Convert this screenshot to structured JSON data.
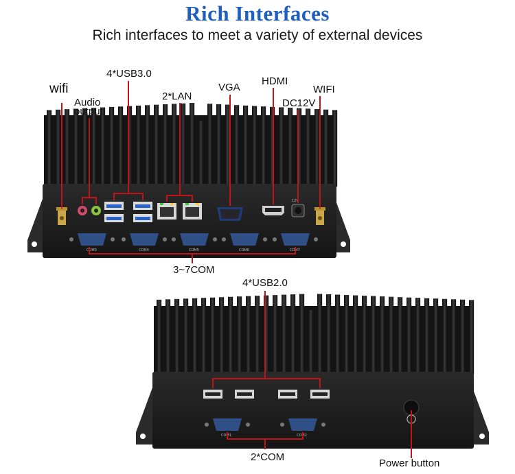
{
  "header": {
    "title": "Rich Interfaces",
    "subtitle": "Rich interfaces to meet a variety of external devices"
  },
  "top_device": {
    "labels": {
      "wifi_left": "wifi",
      "audio_line1": "Audio",
      "audio_line2": "output",
      "usb3": "4*USB3.0",
      "lan": "2*LAN",
      "vga": "VGA",
      "hdmi": "HDMI",
      "dc12v": "DC12V",
      "wifi_right": "WIFI",
      "com": "3~7COM"
    },
    "port_marks": {
      "com3": "COM3",
      "com4": "COM4",
      "com5": "COM5",
      "com6": "COM6",
      "com7": "COM7",
      "dc": "12V"
    }
  },
  "bottom_device": {
    "labels": {
      "usb2": "4*USB2.0",
      "com": "2*COM",
      "power": "Power button"
    },
    "port_marks": {
      "com1": "COM1",
      "com2": "COM2"
    }
  },
  "colors": {
    "title": "#1f5fbf",
    "callout": "#c0141a",
    "chassis": "#1b1b1b",
    "com_port": "#2f4f86"
  }
}
